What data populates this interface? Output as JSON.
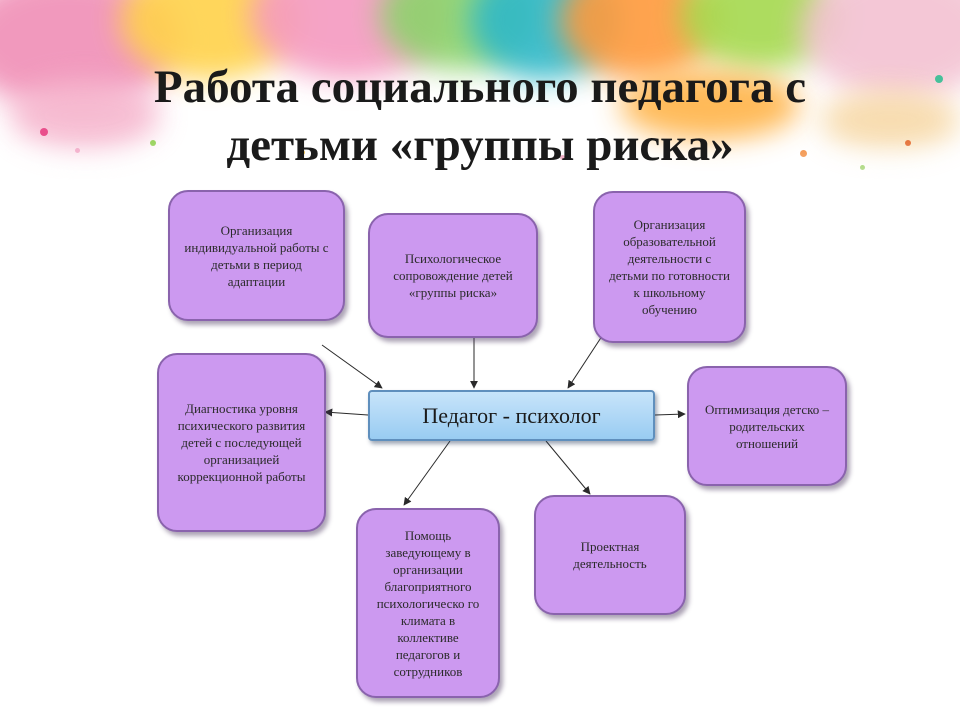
{
  "title": {
    "line1": "Работа социального педагога с",
    "line2": "детьми «группы риска»"
  },
  "center": {
    "label": "Педагог - психолог"
  },
  "boxes": {
    "adaptation": "Организация индивидуальной работы с детьми в период адаптации",
    "support": "Психологическое сопровождение детей «группы риска»",
    "school_readiness": "Организация образовательной деятельности с детьми по готовности к школьному обучению",
    "diagnostics": "Диагностика уровня психического развития детей с последующей организацией коррекционной работы",
    "relations": "Оптимизация детско – родительских отношений",
    "head_help": "Помощь заведующему в организации благоприятного психологическо го климата в коллективе педагогов и сотрудников",
    "projects": "Проектная деятельность"
  },
  "colors": {
    "box_fill": "#cc99f0",
    "box_border": "#8a63ad",
    "center_fill": "#99ccf2",
    "arrow": "#2a2a2a"
  }
}
